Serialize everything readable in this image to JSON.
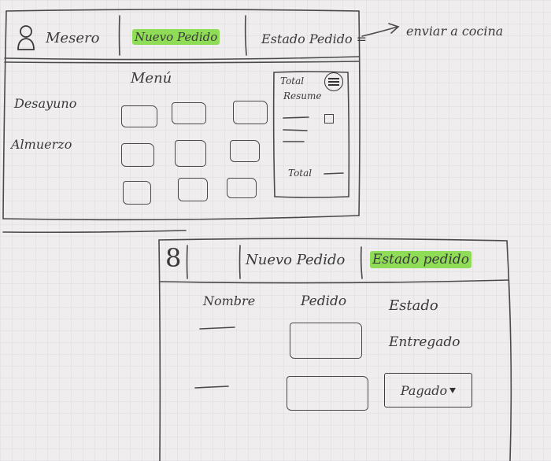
{
  "screen1": {
    "header": {
      "user_label": "Mesero",
      "tab_nuevo_pedido": "Nuevo Pedido",
      "tab_estado_pedido": "Estado Pedido"
    },
    "menu_title": "Menú",
    "categories": [
      "Desayuno",
      "Almuerzo"
    ],
    "resumen": {
      "total_top": "Total",
      "resume_label": "Resume",
      "total_bottom": "Total"
    }
  },
  "annotation": {
    "label": "enviar a cocina"
  },
  "screen2": {
    "header": {
      "tab_nuevo_pedido": "Nuevo Pedido",
      "tab_estado_pedido": "Estado pedido"
    },
    "table": {
      "columns": [
        "Nombre",
        "Pedido",
        "Estado"
      ],
      "rows": [
        {
          "estado": "Entregado"
        },
        {
          "estado": "Pagado"
        }
      ]
    }
  },
  "colors": {
    "highlight": "#8fdc56",
    "ink": "#3a3a3a",
    "paper": "#efedee"
  },
  "icons": {
    "user": "user-icon",
    "menu": "hamburger-menu-icon",
    "arrow": "arrow-icon",
    "dropdown": "chevron-down-icon"
  }
}
